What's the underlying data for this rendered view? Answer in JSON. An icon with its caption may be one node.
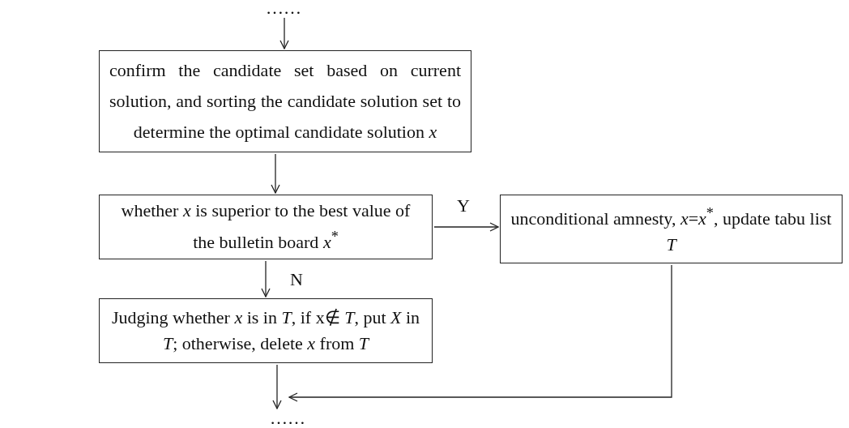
{
  "diagram": {
    "nodes": [
      {
        "text": [
          "……"
        ]
      },
      {
        "text": [
          "confirm the candidate set based on current solution, and sorting the candidate solution set to determine the optimal candidate solution *x*"
        ]
      },
      {
        "text": [
          "whether *x* is superior to the best value of the bulletin board *x*$^{*}$"
        ]
      },
      {
        "text": [
          "unconditional amnesty, *x*=*x*$^{*}$, update tabu list *T*"
        ]
      },
      {
        "text": [
          "Judging whether *x* is in *T*, if x∉ *T*, put *X* in *T*; otherwise, delete *x* from *T*"
        ]
      },
      {
        "text": [
          "……"
        ]
      }
    ],
    "edges": [
      {
        "from": 0,
        "to": 1,
        "arrow": "to"
      },
      {
        "from": 1,
        "to": 2,
        "arrow": "to"
      },
      {
        "from": 2,
        "to": 3,
        "arrow": "to",
        "label": "Y"
      },
      {
        "from": 2,
        "to": 4,
        "arrow": "to",
        "label": "N"
      },
      {
        "from": 4,
        "to": 5,
        "arrow": "to"
      },
      {
        "from": 3,
        "to": 5,
        "arrow": "to"
      }
    ]
  }
}
